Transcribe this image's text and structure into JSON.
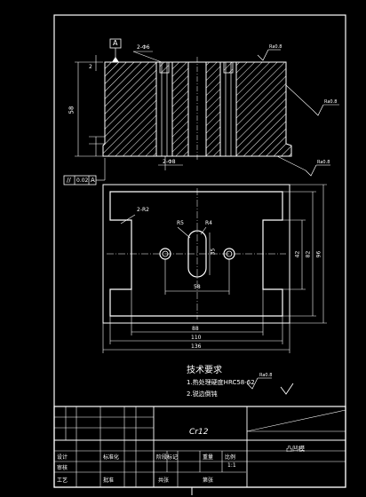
{
  "drawing": {
    "datum_label": "A",
    "geometric_tolerance": {
      "symbol": "//",
      "value": "0.02",
      "datum": "A"
    },
    "top_view": {
      "hole_note_left": "2-Φ6",
      "hole_note_bottom": "2-Φ8",
      "height_small": "2",
      "height_total": "58",
      "roughness_right": "Ra0.8",
      "roughness_bottom": "Ra0.8",
      "roughness_top": "Ra0.8"
    },
    "plan_view": {
      "corner_radius": "2-R2",
      "r_left": "R5",
      "r_right": "R4",
      "dim_slot_width": "35",
      "dim_hole_spacing": "58",
      "dim_inner_width": "88",
      "dim_mid_width": "110",
      "dim_total_width": "136",
      "dim_v1": "42",
      "dim_v2": "82",
      "dim_v3": "96"
    },
    "tech_req": {
      "title": "技术要求",
      "line1": "1.热处理硬度HRC58-62",
      "line1_roughness": "Ra0.8",
      "line2": "2.锐边倒钝"
    }
  },
  "title_block": {
    "material": "Cr12",
    "part_name": "凸凹模",
    "ratio": "1:1",
    "labels": {
      "design": "设计",
      "check": "审核",
      "craft": "工艺",
      "std": "标准化",
      "approve": "批准",
      "mark": "阶段标记",
      "weight": "重量",
      "scale": "比例",
      "sheets": "共张",
      "sheet": "第张"
    }
  }
}
